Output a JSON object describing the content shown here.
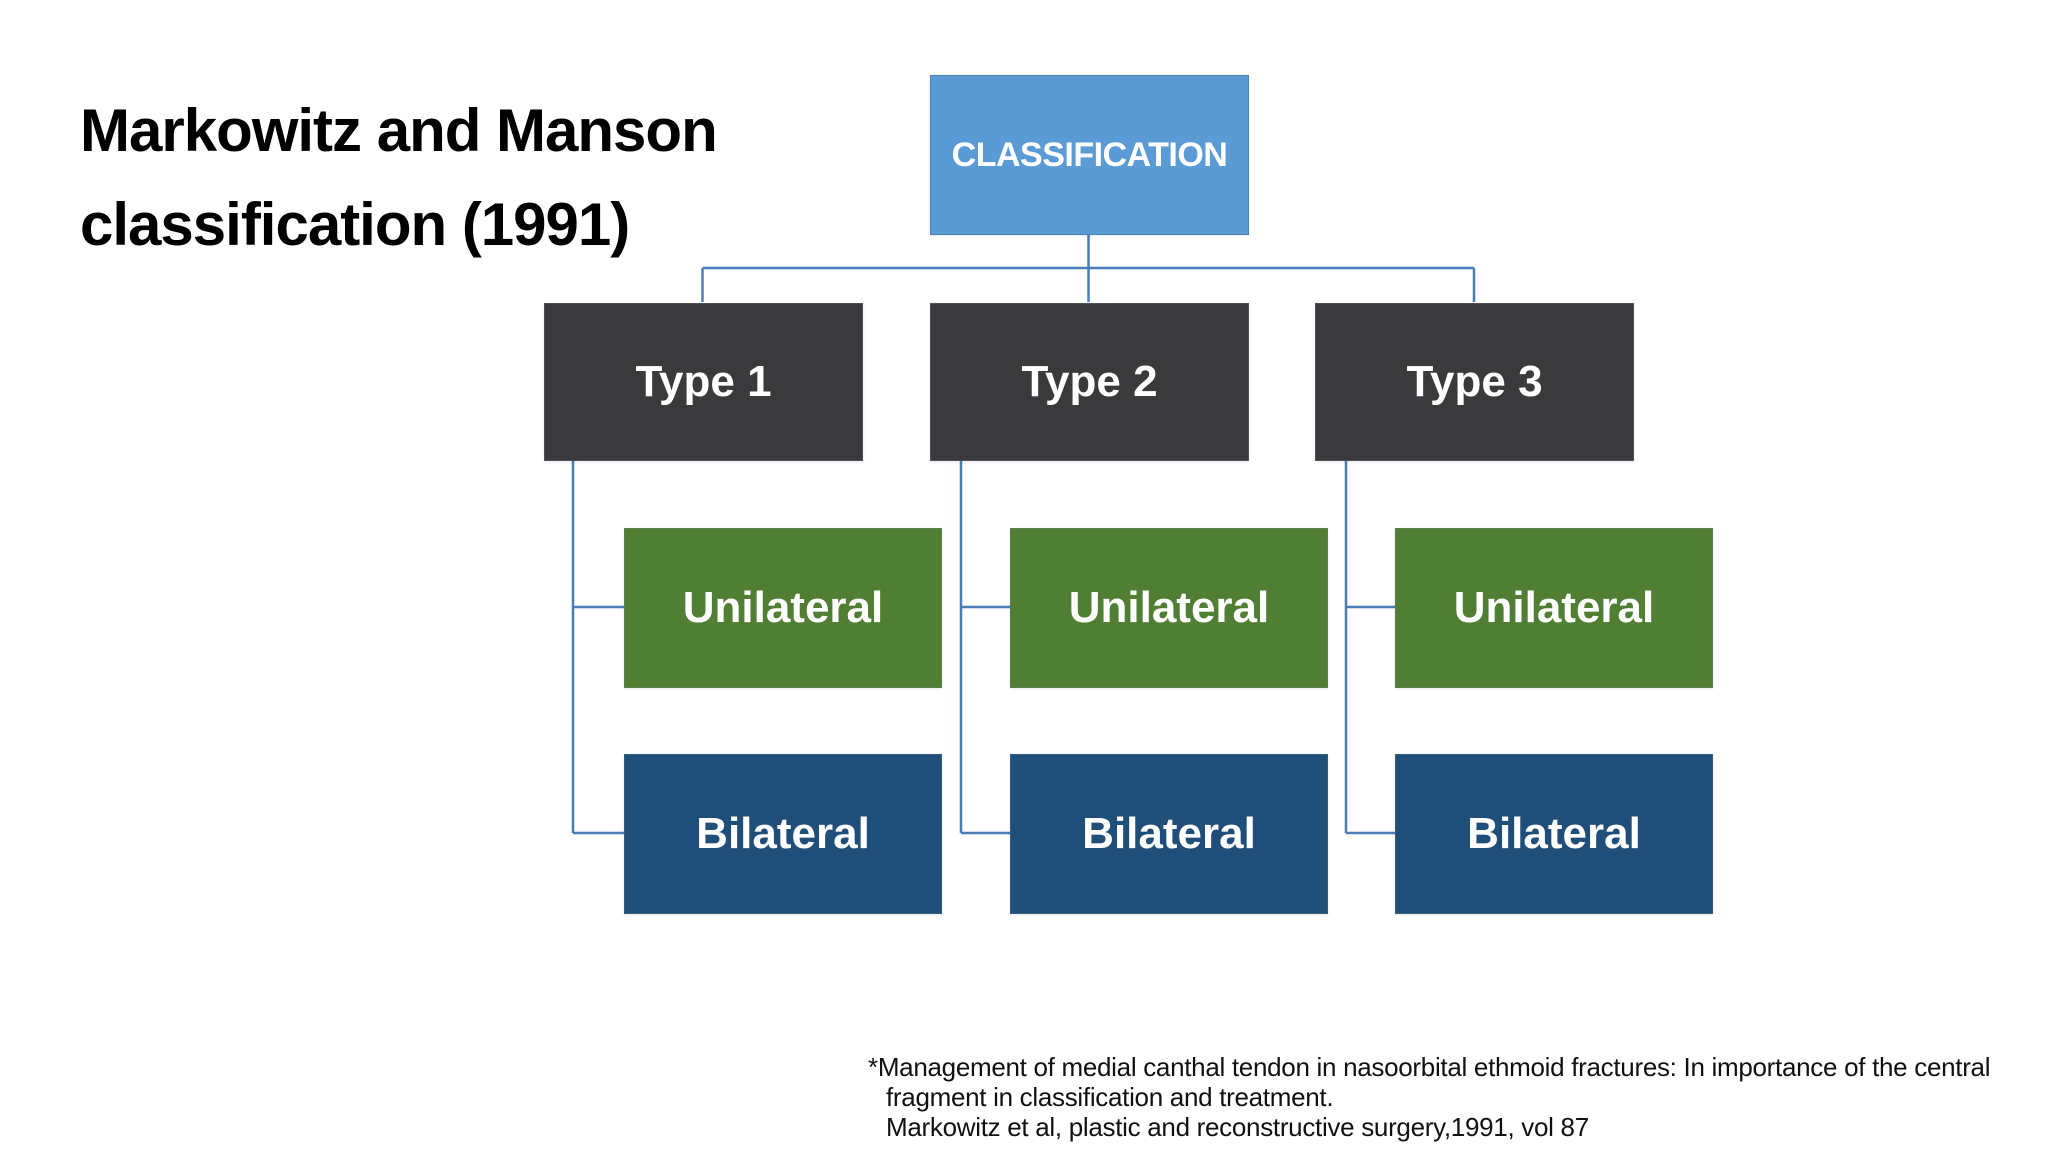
{
  "slide_title": {
    "line1": "Markowitz and Manson",
    "line2": "classification (1991)"
  },
  "diagram": {
    "root": {
      "label": "CLASSIFICATION"
    },
    "types": [
      {
        "label": "Type 1",
        "children": [
          {
            "label": "Unilateral"
          },
          {
            "label": "Bilateral"
          }
        ]
      },
      {
        "label": "Type 2",
        "children": [
          {
            "label": "Unilateral"
          },
          {
            "label": "Bilateral"
          }
        ]
      },
      {
        "label": "Type 3",
        "children": [
          {
            "label": "Unilateral"
          },
          {
            "label": "Bilateral"
          }
        ]
      }
    ]
  },
  "footnote": {
    "line1": "*Management of medial canthal tendon in nasoorbital ethmoid fractures: In importance of the central",
    "line2": "fragment in classification and treatment.",
    "line3": "Markowitz et al, plastic and reconstructive surgery,1991, vol 87"
  },
  "colors": {
    "root": "#5B9BD5",
    "type": "#3A3A3C",
    "unilateral": "#507E32",
    "bilateral": "#1F4E79",
    "connector": "#4A7DB8",
    "title_text": "#000000",
    "box_text": "#FFFFFF"
  }
}
